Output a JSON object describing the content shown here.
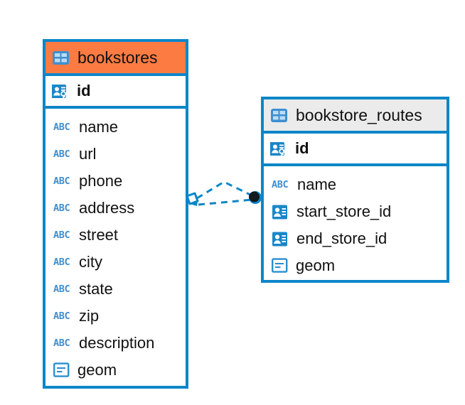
{
  "diagram": {
    "type": "entity-relationship-diagram",
    "background": "#ffffff",
    "accent_blue": "#0d86c8",
    "icon_blue": "#3d8fd1",
    "header_orange": "#fb7b42",
    "header_gray": "#ebebeb"
  },
  "entities": [
    {
      "name": "bookstores",
      "title": "bookstores",
      "header_style": "accent-orange",
      "header_icon": "table-icon",
      "primary_key": {
        "label": "id",
        "icon": "primary-key-icon"
      },
      "fields": [
        {
          "label": "name",
          "icon": "text-type-icon",
          "icon_text": "ABC"
        },
        {
          "label": "url",
          "icon": "text-type-icon",
          "icon_text": "ABC"
        },
        {
          "label": "phone",
          "icon": "text-type-icon",
          "icon_text": "ABC"
        },
        {
          "label": "address",
          "icon": "text-type-icon",
          "icon_text": "ABC"
        },
        {
          "label": "street",
          "icon": "text-type-icon",
          "icon_text": "ABC"
        },
        {
          "label": "city",
          "icon": "text-type-icon",
          "icon_text": "ABC"
        },
        {
          "label": "state",
          "icon": "text-type-icon",
          "icon_text": "ABC"
        },
        {
          "label": "zip",
          "icon": "text-type-icon",
          "icon_text": "ABC"
        },
        {
          "label": "description",
          "icon": "text-type-icon",
          "icon_text": "ABC"
        },
        {
          "label": "geom",
          "icon": "geometry-type-icon",
          "icon_text": ""
        }
      ]
    },
    {
      "name": "bookstore_routes",
      "title": "bookstore_routes",
      "header_style": "accent-gray",
      "header_icon": "table-icon",
      "primary_key": {
        "label": "id",
        "icon": "primary-key-icon"
      },
      "fields": [
        {
          "label": "name",
          "icon": "text-type-icon",
          "icon_text": "ABC"
        },
        {
          "label": "start_store_id",
          "icon": "foreign-key-icon",
          "icon_text": ""
        },
        {
          "label": "end_store_id",
          "icon": "foreign-key-icon",
          "icon_text": ""
        },
        {
          "label": "geom",
          "icon": "geometry-type-icon",
          "icon_text": ""
        }
      ]
    }
  ],
  "relationship": {
    "name": "bookstores-to-bookstore-routes",
    "line_style": "dashed",
    "color": "#0d86c8",
    "source_endpoint": "diamond-endpoint",
    "target_endpoint": "filled-circle-endpoint"
  }
}
